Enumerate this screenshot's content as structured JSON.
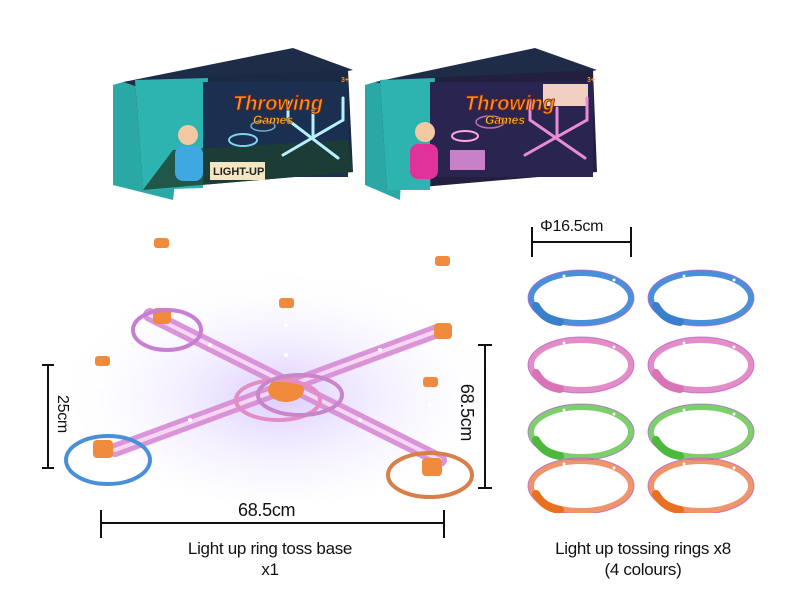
{
  "packaging": {
    "box_left": {
      "brand_line1": "Throwing",
      "brand_line2": "Games",
      "badge": "LIGHT-UP",
      "age": "3+",
      "colors": {
        "front": "#2fb3b0",
        "top": "#1d2d4a",
        "accent": "#f58220"
      }
    },
    "box_right": {
      "brand_line1": "Throwing",
      "brand_line2": "Games",
      "age": "3+",
      "colors": {
        "front": "#2fb3b0",
        "top": "#1d2d4a",
        "accent": "#f58220"
      }
    }
  },
  "base": {
    "height_label": "25cm",
    "depth_label": "68.5cm",
    "width_label": "68.5cm",
    "caption_line1": "Light up ring toss base",
    "caption_line2": "x1",
    "peg_color": "#f08a3c"
  },
  "rings": {
    "diameter_label": "Φ16.5cm",
    "caption_line1": "Light up tossing rings x8",
    "caption_line2": "(4 colours)",
    "colors": [
      "#4a90d9",
      "#e48cc6",
      "#5cc44d",
      "#f07a2e"
    ],
    "count": 8
  }
}
